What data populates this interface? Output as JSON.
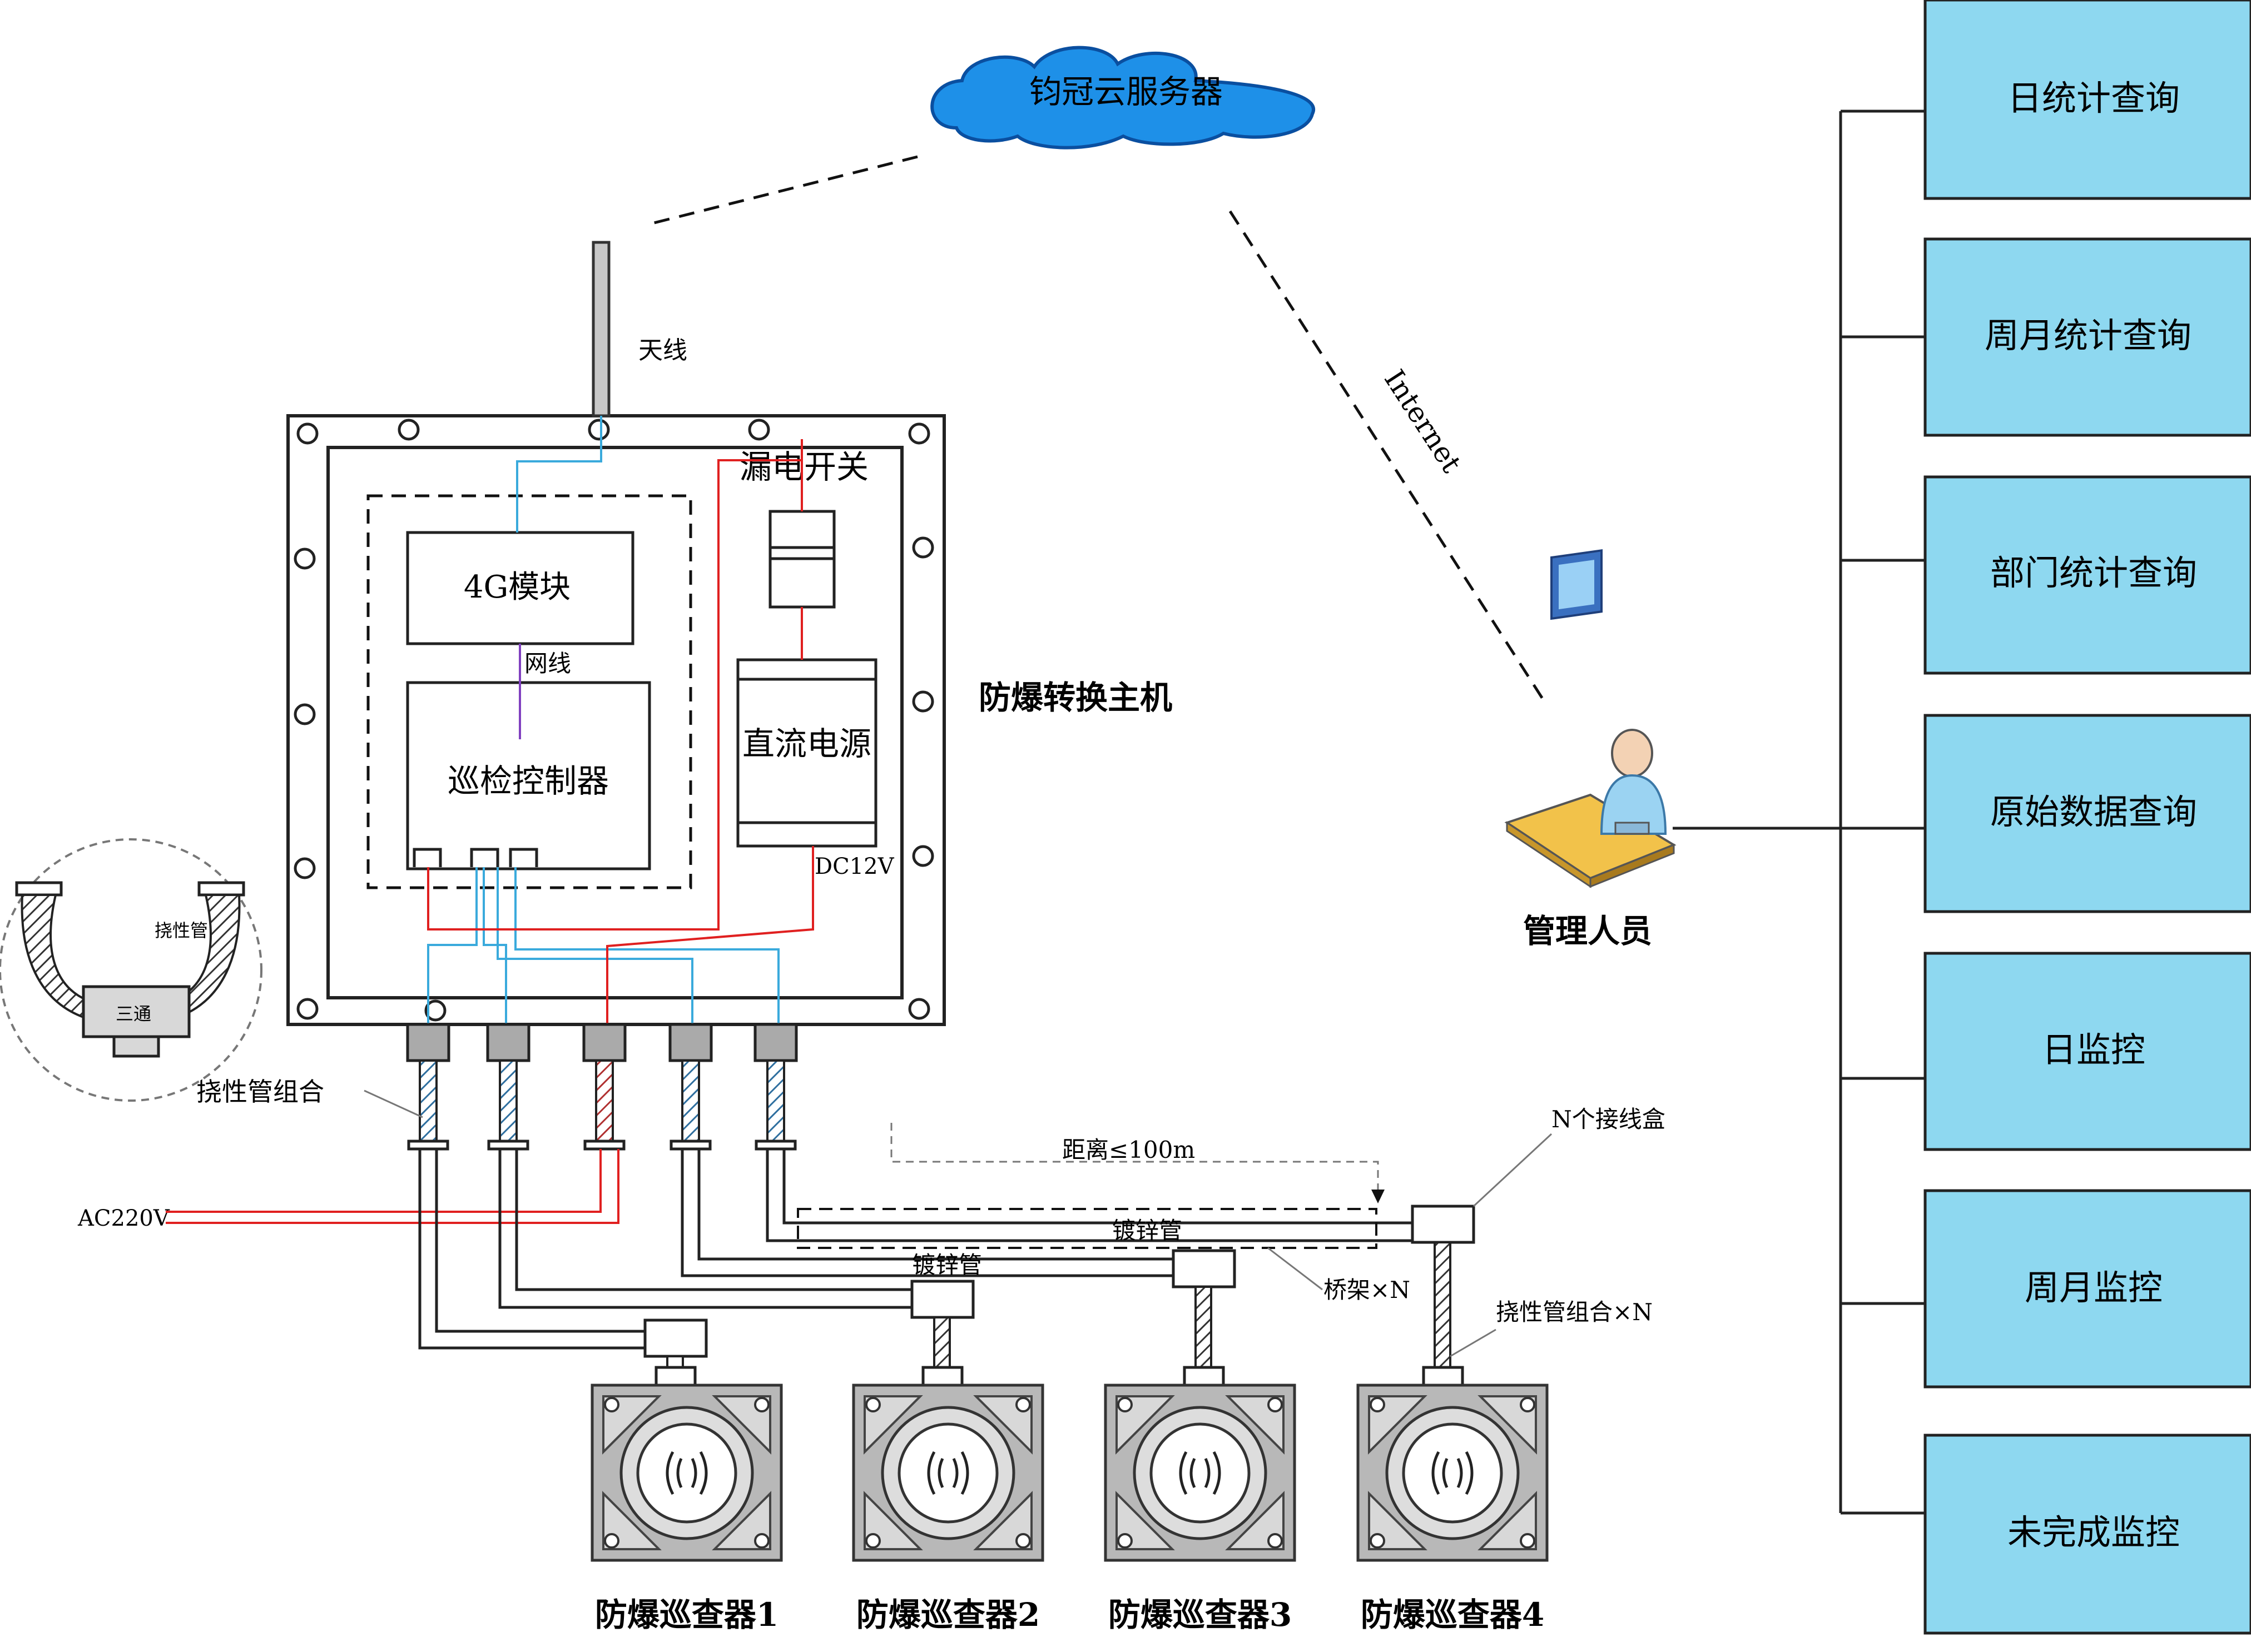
{
  "cloud": {
    "label": "钧冠云服务器"
  },
  "antenna": {
    "label": "天线"
  },
  "main_host": {
    "title": "防爆转换主机",
    "breaker_label": "漏电开关",
    "module_4g": "4G模块",
    "network_cable": "网线",
    "controller": "巡检控制器",
    "dc_power": "直流电源",
    "dc_voltage": "DC12V"
  },
  "internet_label": "Internet",
  "manager": {
    "label": "管理人员"
  },
  "menu_items": [
    "日统计查询",
    "周月统计查询",
    "部门统计查询",
    "原始数据查询",
    "日监控",
    "周月监控",
    "未完成监控"
  ],
  "inset": {
    "flexible_pipe": "挠性管",
    "tee": "三通"
  },
  "labels": {
    "flexible_pipe_assembly": "挠性管组合",
    "ac_power": "AC220V",
    "distance": "距离≤100m",
    "galvanized_pipe": "镀锌管",
    "junction_boxes": "N个接线盒",
    "cable_tray": "桥架×N",
    "flexible_pipe_assembly_n": "挠性管组合×N"
  },
  "inspectors": [
    "防爆巡查器1",
    "防爆巡查器2",
    "防爆巡查器3",
    "防爆巡查器4"
  ],
  "colors": {
    "menu_fill": "#8ed8f0",
    "power_wire": "#e02020",
    "signal_wire": "#3aaadc",
    "network_wire": "#8040c0",
    "cloud_fill": "#1e90e8",
    "cloud_stroke": "#0a4fa0",
    "device_fill": "#b8b8b8"
  }
}
